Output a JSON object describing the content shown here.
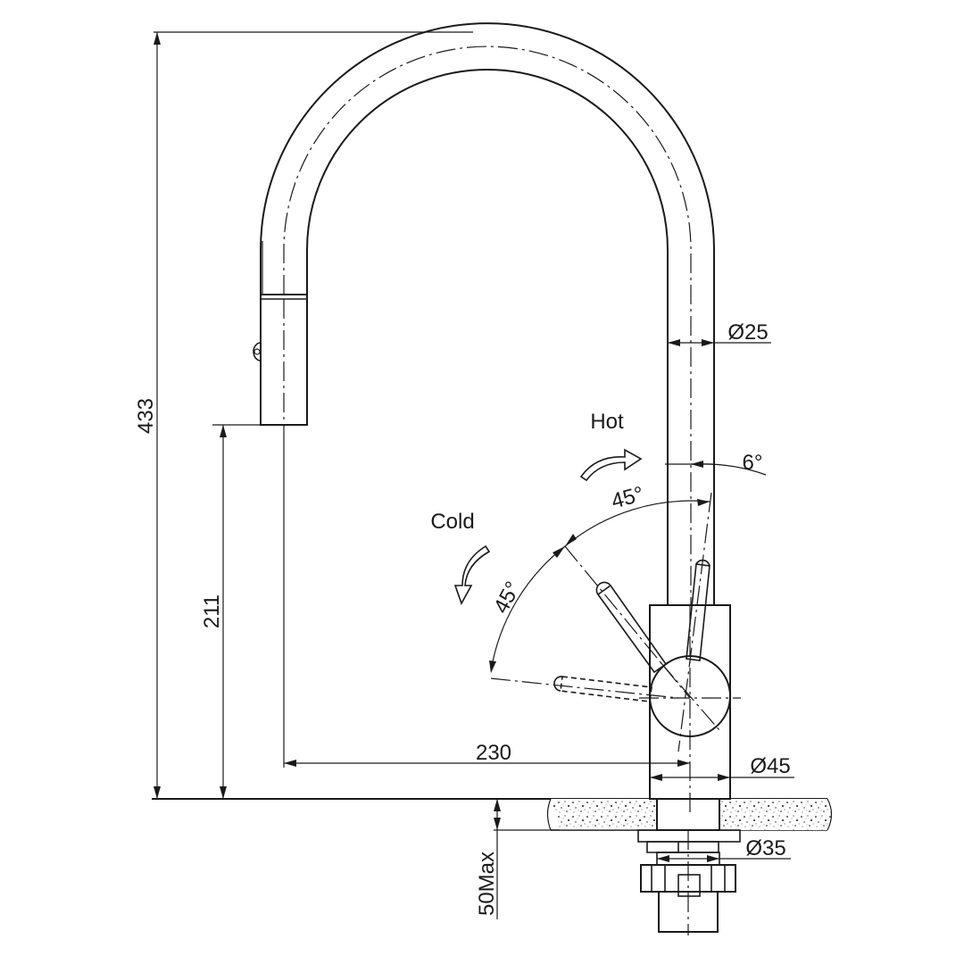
{
  "labels": {
    "total_height": "433",
    "spout_height": "211",
    "reach": "230",
    "pipe_diameter": "Ø25",
    "body_diameter": "Ø45",
    "hole_diameter": "Ø35",
    "counter_thickness": "50Max",
    "tilt_angle": "6°",
    "hot_angle": "45°",
    "cold_angle": "45°",
    "hot_label": "Hot",
    "cold_label": "Cold"
  },
  "colors": {
    "line": "#1a1a1a",
    "background": "#ffffff",
    "countertop_fill": "#e6e6e6"
  }
}
